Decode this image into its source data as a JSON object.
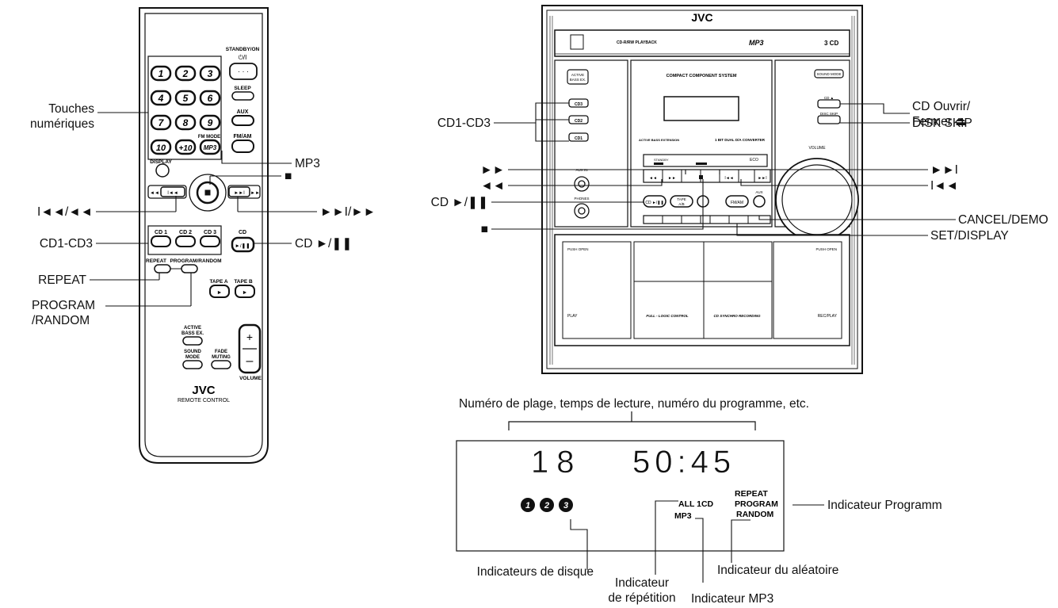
{
  "remote": {
    "standby_label": "STANDBY/ON",
    "standby_symbol": "⏻/I",
    "sleep_label": "SLEEP",
    "aux_label": "AUX",
    "fmam_label": "FM/AM",
    "fm_mode_label": "FM MODE",
    "mp3_label": "MP3",
    "display_label": "DISPLAY",
    "numbers": [
      "1",
      "2",
      "3",
      "4",
      "5",
      "6",
      "7",
      "8",
      "9",
      "10",
      "+10"
    ],
    "cd_buttons": [
      "CD 1",
      "CD 2",
      "CD 3"
    ],
    "cd_play_label": "CD",
    "repeat_label": "REPEAT",
    "program_random_label": "PROGRAM/RANDOM",
    "tape_a_label": "TAPE A",
    "tape_b_label": "TAPE B",
    "active_bass_label": "ACTIVE BASS EX.",
    "sound_mode_label": "SOUND MODE",
    "fade_muting_label": "FADE MUTING",
    "volume_label": "VOLUME",
    "brand": "JVC",
    "remote_control_label": "REMOTE CONTROL"
  },
  "unit": {
    "brand": "JVC",
    "cd_rw_label": "CD-R/RW PLAYBACK",
    "mp3_badge": "MP3",
    "three_cd_label": "3 CD",
    "compact_label": "COMPACT COMPONENT SYSTEM",
    "active_bass_label": "ACTIVE BASS EX.",
    "sound_mode_label": "SOUND MODE",
    "cd3": "CD3",
    "cd2": "CD2",
    "cd1": "CD1",
    "cd_eject": "CD ▲",
    "disc_skip": "DISC SKIP",
    "active_bass_ext": "ACTIVE BASS EXTENSION",
    "onebit": "1 BIT DUAL D/A CONVERTER",
    "standby": "STANDBY",
    "eco": "ECO",
    "volume": "VOLUME",
    "aux_in": "AUX IN",
    "phones": "PHONES",
    "aux": "AUX",
    "fmam": "FM/AM",
    "push_open": "PUSH OPEN",
    "play_a": "PLAY",
    "rec_play_b": "REC/PLAY",
    "full_logic": "FULL - LOGIC  CONTROL",
    "cd_sync": "CD SYNCHRO RECORDING"
  },
  "labels": {
    "touches_numeriques": "Touches\nnumériques",
    "mp3": "MP3",
    "stop_remote": "■",
    "skip_back_remote": "I◄◄/◄◄",
    "skip_fwd_remote": "►►I/►►",
    "cd1_cd3_remote": "CD1-CD3",
    "cd_play_remote": "CD ►/❚❚",
    "repeat": "REPEAT",
    "program_random": "PROGRAM\n/RANDOM",
    "cd1_cd3_unit": "CD1-CD3",
    "ff_left": "►►",
    "rew_left": "◄◄",
    "cd_play_unit": "CD ►/❚❚",
    "stop_unit": "■",
    "cd_open_close": "CD Ouvrir/\nFermer ⏏",
    "disk_skip": "DISK SKIP",
    "next_right": "►►I",
    "prev_right": "I◄◄",
    "cancel_demo": "CANCEL/DEMO",
    "set_display": "SET/DISPLAY",
    "numero_de_plage": "Numéro de plage, temps de lecture, numéro du programme, etc.",
    "indicateur_programm": "Indicateur Programm",
    "indicateurs_disque": "Indicateurs de disque",
    "indicateur_repetition": "Indicateur\nde répétition",
    "indicateur_mp3": "Indicateur MP3",
    "indicateur_aleatoire": "Indicateur du aléatoire"
  },
  "display_panel": {
    "track": "18",
    "time": "50:45",
    "repeat": "REPEAT",
    "program": "PROGRAM",
    "random": "RANDOM",
    "all_1cd": "ALL 1CD",
    "mp3": "MP3",
    "discs": [
      "1",
      "2",
      "3"
    ]
  }
}
